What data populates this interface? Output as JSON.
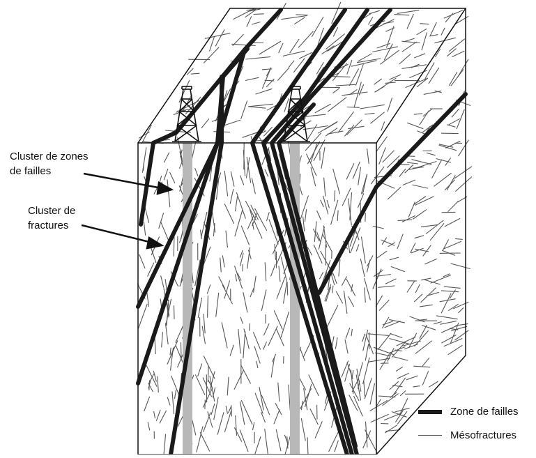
{
  "labels": {
    "fault_cluster": [
      "Cluster de zones",
      "de failles"
    ],
    "fracture_cluster": [
      "Cluster de",
      "fractures"
    ]
  },
  "legend": {
    "fault_zone": "Zone de failles",
    "mesofractures": "Mésofractures"
  },
  "colors": {
    "fault": "#1a1a1a",
    "fracture": "#555555",
    "wellbore": "#b8b8b8",
    "outline": "#111111"
  },
  "icons": [
    "drilling-rig-icon",
    "drilling-rig-icon"
  ]
}
